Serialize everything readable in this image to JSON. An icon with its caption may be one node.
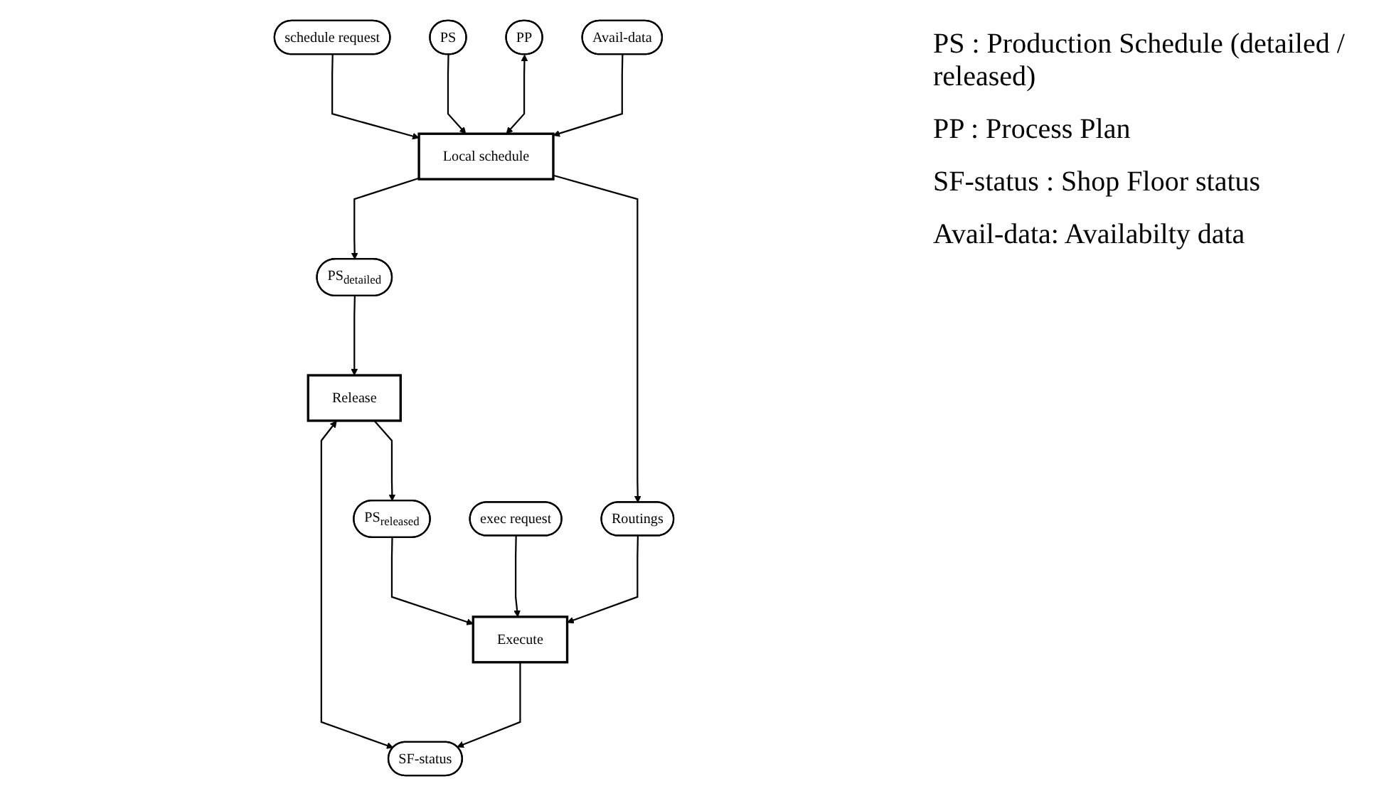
{
  "diagram": {
    "nodes": [
      {
        "text": [
          "schedule request"
        ]
      },
      {
        "text": [
          "PS"
        ]
      },
      {
        "text": [
          "PP"
        ]
      },
      {
        "text": [
          "Avail-data"
        ]
      },
      {
        "text": [
          "Local schedule"
        ]
      },
      {
        "text": [
          "Routings"
        ]
      },
      {
        "text": [
          "PS$_{detailed}$"
        ]
      },
      {
        "text": [
          "Release"
        ]
      },
      {
        "text": [
          "SF-status"
        ]
      },
      {
        "text": [
          "PS$_{released}$"
        ]
      },
      {
        "text": [
          "exec request"
        ]
      },
      {
        "text": [
          "Execute"
        ]
      }
    ],
    "edges": [
      {
        "from": 0,
        "to": 4,
        "arrow": "to"
      },
      {
        "from": 1,
        "to": 4,
        "arrow": "to"
      },
      {
        "from": 2,
        "to": 4,
        "arrow": "both"
      },
      {
        "from": 3,
        "to": 4,
        "arrow": "to"
      },
      {
        "from": 4,
        "to": 5,
        "arrow": "to"
      },
      {
        "from": 4,
        "to": 6,
        "arrow": "to"
      },
      {
        "from": 6,
        "to": 7,
        "arrow": "to"
      },
      {
        "from": 7,
        "to": 8,
        "arrow": "both"
      },
      {
        "from": 7,
        "to": 9,
        "arrow": "to"
      },
      {
        "from": 9,
        "to": 11,
        "arrow": "to"
      },
      {
        "from": 10,
        "to": 11,
        "arrow": "to"
      },
      {
        "from": 5,
        "to": 11,
        "arrow": "to"
      },
      {
        "from": 11,
        "to": 8,
        "arrow": "to"
      }
    ],
    "labels": [
      "PS : Production Schedule (detailed / released)",
      "PP : Process Plan",
      "SF-status : Shop Floor status",
      "Avail-data: Availabilty data"
    ]
  }
}
